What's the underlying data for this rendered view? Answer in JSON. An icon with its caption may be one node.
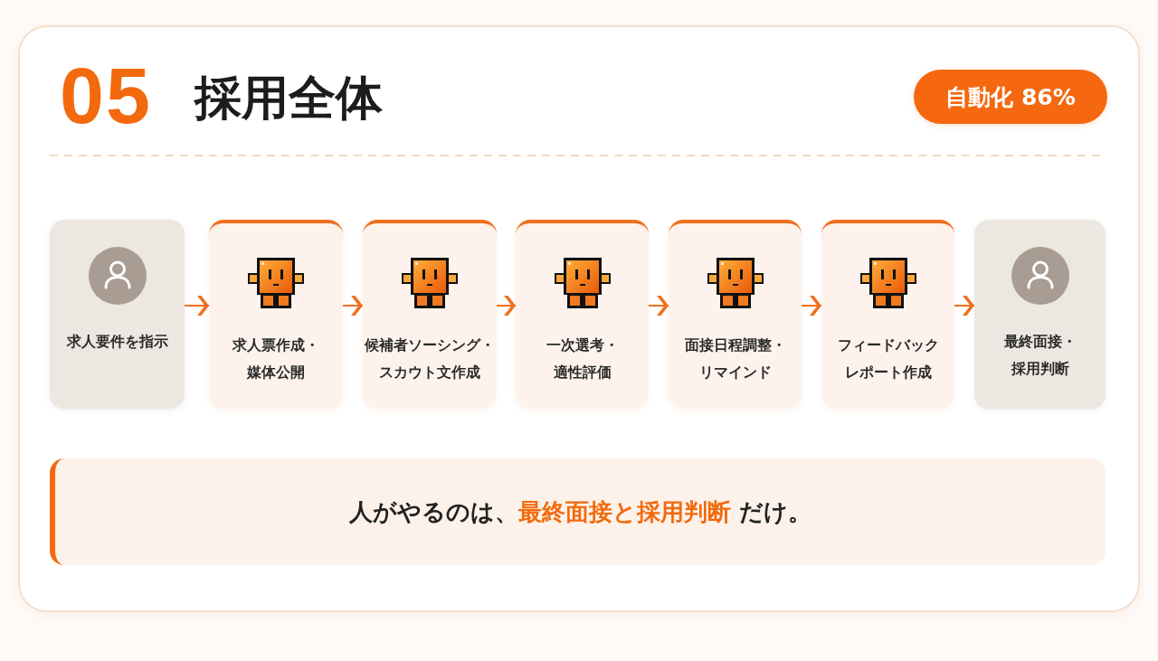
{
  "diagram": {
    "title": "採用全体",
    "nodes": [
      {
        "text": [
          "自動化 86%"
        ]
      },
      {
        "text": [
          "求人要件を指示"
        ]
      },
      {
        "text": [
          "求人票作成・媒体公開"
        ]
      },
      {
        "text": [
          "候補者ソーシング・スカウト文作成"
        ]
      },
      {
        "text": [
          "一次選考・適性評価"
        ]
      },
      {
        "text": [
          "面接日程調整・リマインド"
        ]
      },
      {
        "text": [
          "フィードバックレポート作成"
        ]
      },
      {
        "text": [
          "最終面接・採用判断"
        ]
      },
      {
        "text": [
          "人がやるのは、**最終面接と採用判断** だけ。"
        ]
      }
    ],
    "edges": [
      {
        "from": 1,
        "to": 2,
        "arrow": "to"
      },
      {
        "from": 2,
        "to": 3,
        "arrow": "to"
      },
      {
        "from": 3,
        "to": 4,
        "arrow": "to"
      },
      {
        "from": 4,
        "to": 5,
        "arrow": "to"
      },
      {
        "from": 5,
        "to": 6,
        "arrow": "to"
      },
      {
        "from": 6,
        "to": 7,
        "arrow": "to"
      }
    ],
    "labels": [
      "05"
    ]
  }
}
